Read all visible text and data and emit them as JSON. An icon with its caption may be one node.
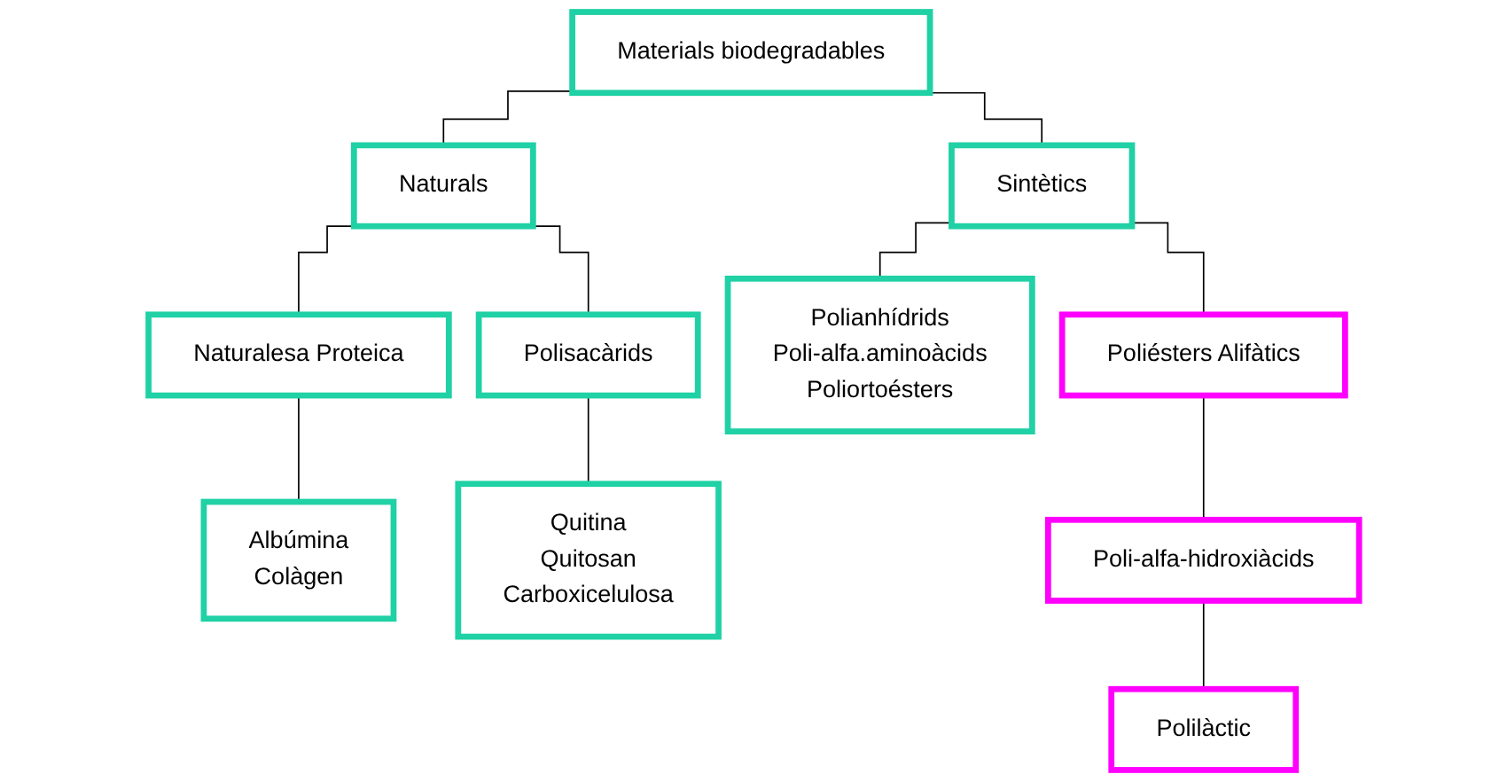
{
  "diagram": {
    "nodes": [
      {
        "text": [
          "Materials biodegradables"
        ]
      },
      {
        "text": [
          "Naturals"
        ]
      },
      {
        "text": [
          "Sintètics"
        ]
      },
      {
        "text": [
          "Naturalesa Proteica"
        ]
      },
      {
        "text": [
          "Polisacàrids"
        ]
      },
      {
        "text": [
          "Polianhídrids",
          "Poli-alfa.aminoàcids",
          "Poliortoésters"
        ]
      },
      {
        "text": [
          "Poliésters Alifàtics"
        ]
      },
      {
        "text": [
          "Albúmina",
          "Colàgen"
        ]
      },
      {
        "text": [
          "Quitina",
          "Quitosan",
          "Carboxicelulosa"
        ]
      },
      {
        "text": [
          "Poli-alfa-hidroxiàcids"
        ]
      },
      {
        "text": [
          "Polilàctic"
        ]
      }
    ],
    "edges": [
      {
        "from": 0,
        "to": 1,
        "arrow": "none"
      },
      {
        "from": 0,
        "to": 2,
        "arrow": "none"
      },
      {
        "from": 1,
        "to": 3,
        "arrow": "none"
      },
      {
        "from": 1,
        "to": 4,
        "arrow": "none"
      },
      {
        "from": 2,
        "to": 5,
        "arrow": "none"
      },
      {
        "from": 2,
        "to": 6,
        "arrow": "none"
      },
      {
        "from": 3,
        "to": 7,
        "arrow": "none"
      },
      {
        "from": 4,
        "to": 8,
        "arrow": "none"
      },
      {
        "from": 6,
        "to": 9,
        "arrow": "none"
      },
      {
        "from": 9,
        "to": 10,
        "arrow": "none"
      }
    ]
  }
}
